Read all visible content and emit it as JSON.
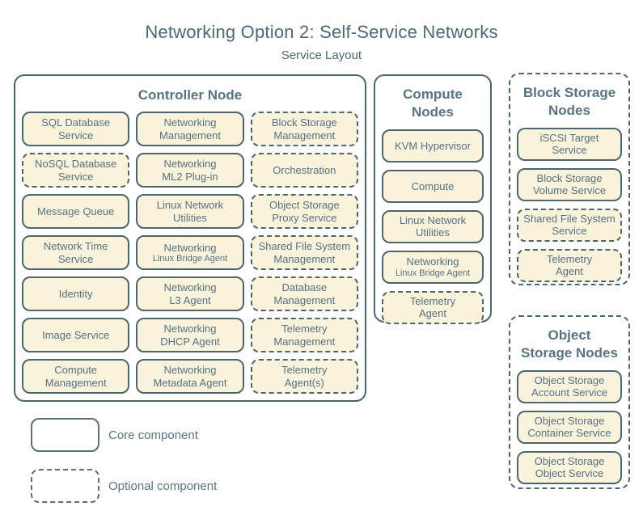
{
  "title": "Networking Option 2: Self-Service Networks",
  "subtitle": "Service Layout",
  "colors": {
    "background": "#ffffff",
    "box_fill": "#faf3dc",
    "line": "#4e656d",
    "box_text": "#567080",
    "header_text": "#5b7280",
    "title_text": "#4d6874"
  },
  "legend": {
    "core": {
      "label": "Core component",
      "style": "solid"
    },
    "optional": {
      "label": "Optional component",
      "style": "dashed"
    }
  },
  "sections": [
    {
      "id": "controller-node",
      "title_lines": [
        "Controller Node"
      ],
      "border": "solid",
      "columns": 3,
      "items": [
        {
          "lines": [
            "SQL Database",
            "Service"
          ],
          "border": "solid"
        },
        {
          "lines": [
            "Networking",
            "Management"
          ],
          "border": "solid"
        },
        {
          "lines": [
            "Block Storage",
            "Management"
          ],
          "border": "dashed"
        },
        {
          "lines": [
            "NoSQL Database",
            "Service"
          ],
          "border": "dashed"
        },
        {
          "lines": [
            "Networking",
            "ML2 Plug-in"
          ],
          "border": "solid"
        },
        {
          "lines": [
            "Orchestration"
          ],
          "border": "dashed"
        },
        {
          "lines": [
            "Message Queue"
          ],
          "border": "solid"
        },
        {
          "lines": [
            "Linux Network",
            "Utilities"
          ],
          "border": "solid"
        },
        {
          "lines": [
            "Object Storage",
            "Proxy Service"
          ],
          "border": "dashed"
        },
        {
          "lines": [
            "Network Time",
            "Service"
          ],
          "border": "solid"
        },
        {
          "lines": [
            "Networking"
          ],
          "sub": "Linux Bridge Agent",
          "border": "solid"
        },
        {
          "lines": [
            "Shared File System",
            "Management"
          ],
          "border": "dashed"
        },
        {
          "lines": [
            "Identity"
          ],
          "border": "solid"
        },
        {
          "lines": [
            "Networking",
            "L3 Agent"
          ],
          "border": "solid"
        },
        {
          "lines": [
            "Database",
            "Management"
          ],
          "border": "dashed"
        },
        {
          "lines": [
            "Image Service"
          ],
          "border": "solid"
        },
        {
          "lines": [
            "Networking",
            "DHCP Agent"
          ],
          "border": "solid"
        },
        {
          "lines": [
            "Telemetry",
            "Management"
          ],
          "border": "dashed"
        },
        {
          "lines": [
            "Compute",
            "Management"
          ],
          "border": "solid"
        },
        {
          "lines": [
            "Networking",
            "Metadata Agent"
          ],
          "border": "solid"
        },
        {
          "lines": [
            "Telemetry",
            "Agent(s)"
          ],
          "border": "dashed"
        }
      ]
    },
    {
      "id": "compute-nodes",
      "title_lines": [
        "Compute",
        "Nodes"
      ],
      "border": "solid",
      "columns": 1,
      "items": [
        {
          "lines": [
            "KVM Hypervisor"
          ],
          "border": "solid"
        },
        {
          "lines": [
            "Compute"
          ],
          "border": "solid"
        },
        {
          "lines": [
            "Linux Network",
            "Utilities"
          ],
          "border": "solid"
        },
        {
          "lines": [
            "Networking"
          ],
          "sub": "Linux Bridge Agent",
          "border": "solid"
        },
        {
          "lines": [
            "Telemetry",
            "Agent"
          ],
          "border": "dashed"
        }
      ]
    },
    {
      "id": "block-storage-nodes",
      "title_lines": [
        "Block Storage",
        "Nodes"
      ],
      "border": "dashed",
      "columns": 1,
      "items": [
        {
          "lines": [
            "iSCSI Target",
            "Service"
          ],
          "border": "solid"
        },
        {
          "lines": [
            "Block Storage",
            "Volume Service"
          ],
          "border": "solid"
        },
        {
          "lines": [
            "Shared File System",
            "Service"
          ],
          "border": "dashed"
        },
        {
          "lines": [
            "Telemetry",
            "Agent"
          ],
          "border": "dashed"
        }
      ]
    },
    {
      "id": "object-storage-nodes",
      "title_lines": [
        "Object",
        "Storage Nodes"
      ],
      "border": "dashed",
      "columns": 1,
      "items": [
        {
          "lines": [
            "Object Storage",
            "Account Service"
          ],
          "border": "solid"
        },
        {
          "lines": [
            "Object Storage",
            "Container Service"
          ],
          "border": "solid"
        },
        {
          "lines": [
            "Object Storage",
            "Object Service"
          ],
          "border": "solid"
        }
      ]
    }
  ]
}
